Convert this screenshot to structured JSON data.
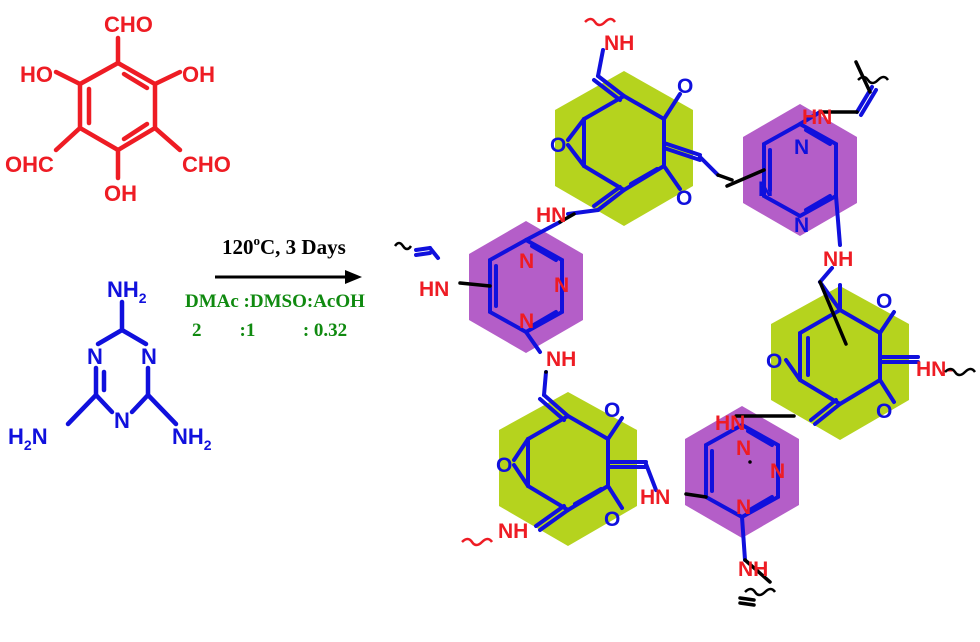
{
  "colors": {
    "red": "#ee1c24",
    "blue": "#1010dd",
    "black": "#000000",
    "green": "#108a10",
    "lime": "#b5d31e",
    "purple": "#b45ec8"
  },
  "reactant_aldehyde": {
    "cho_top": "CHO",
    "ho_left": "HO",
    "oh_right": "OH",
    "ohc_left": "OHC",
    "cho_right": "CHO",
    "oh_bottom": "OH"
  },
  "reactant_melamine": {
    "nh2_top": "NH",
    "nh2_top_sub": "2",
    "h2n_left_pre": "H",
    "h2n_left_sub": "2",
    "h2n_left_post": "N",
    "nh2_right": "NH",
    "nh2_right_sub": "2",
    "ring_n": "N"
  },
  "conditions": {
    "line1": "120",
    "line1_sup": "o",
    "line1_post": "C, 3 Days",
    "solvent_line": "DMAc :DMSO:AcOH",
    "ratio_line": "2        :1          : 0.32"
  },
  "product": {
    "nh": "NH",
    "hn": "HN",
    "n": "N",
    "o": "O",
    "hn_dash": "HN-"
  }
}
